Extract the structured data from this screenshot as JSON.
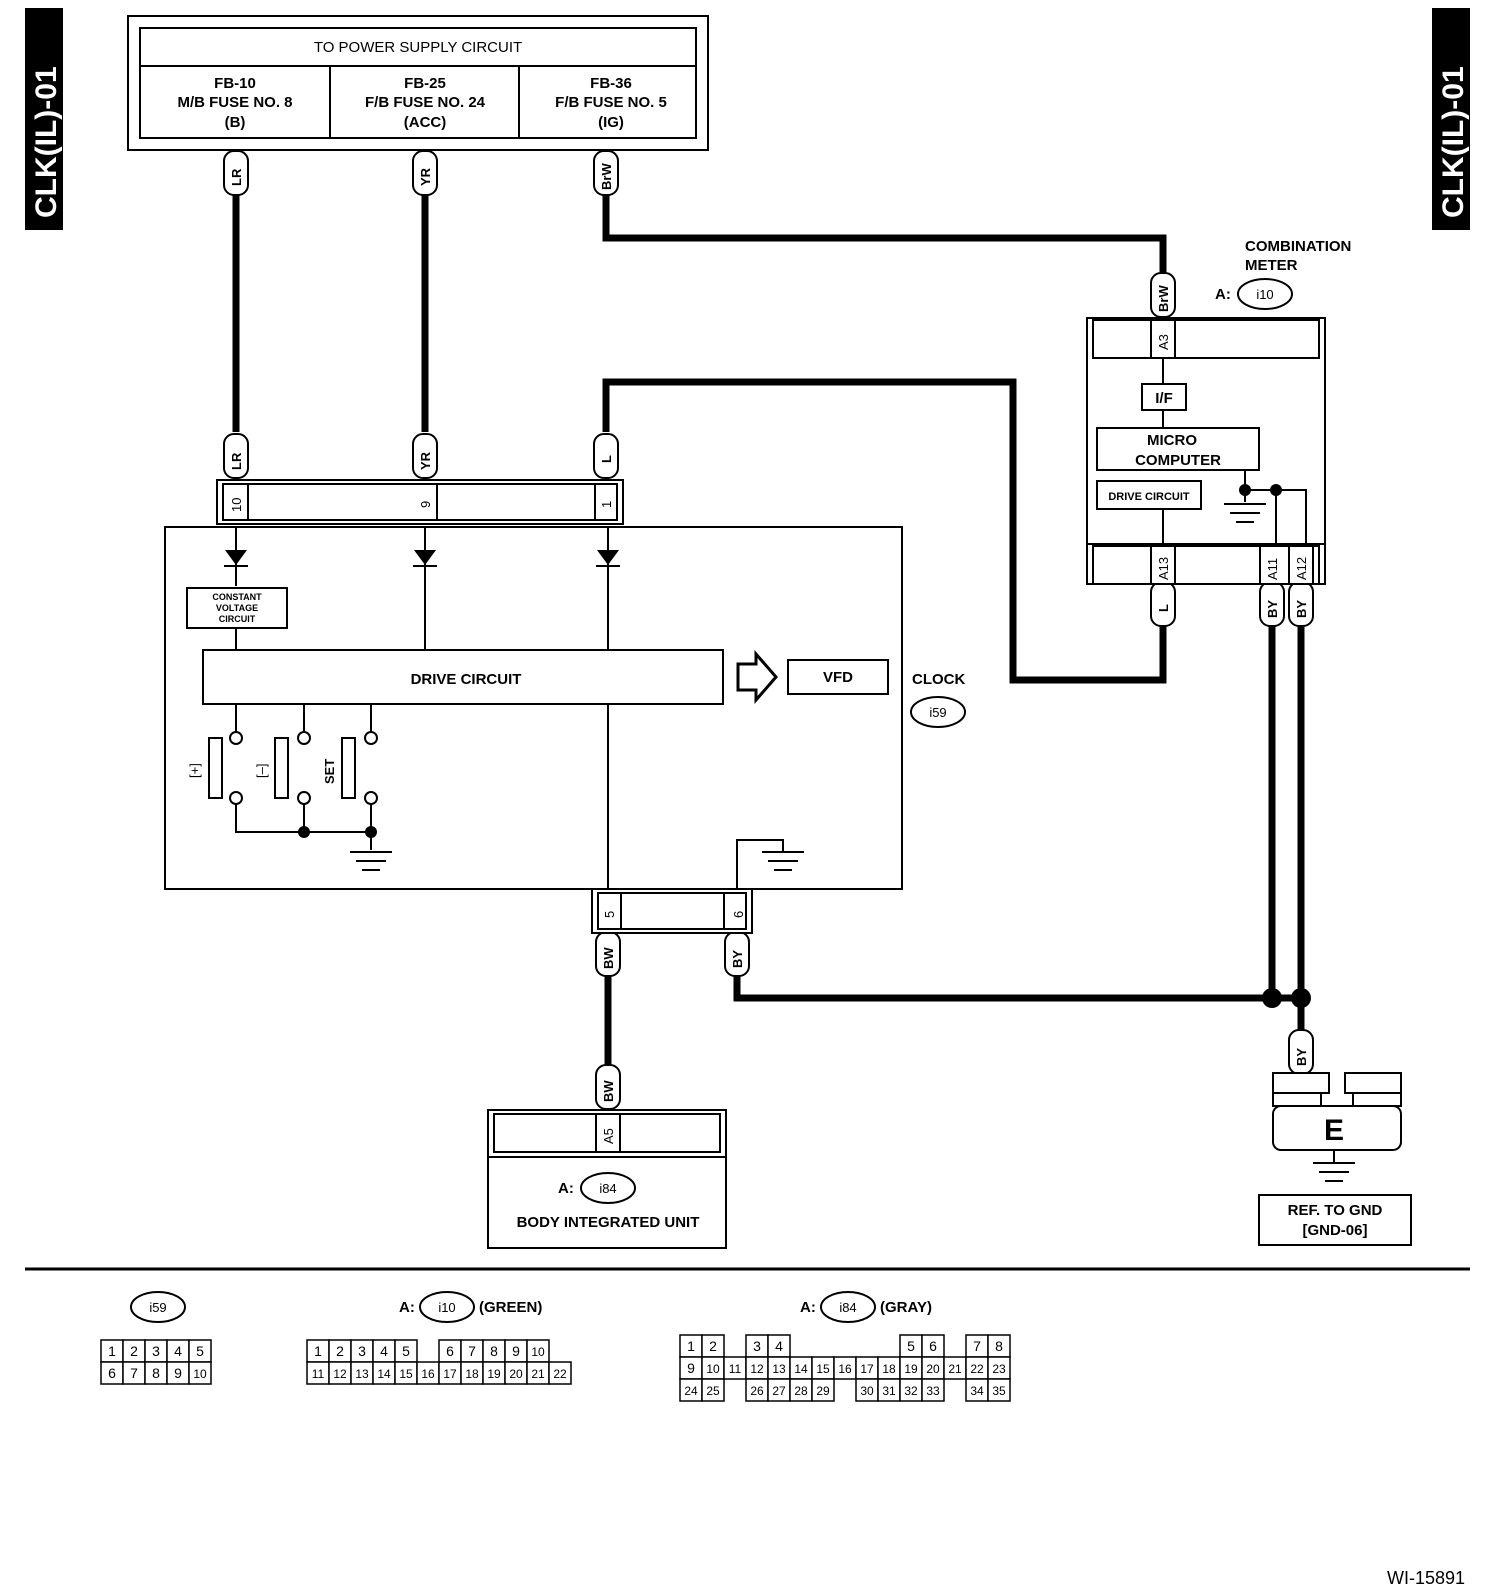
{
  "side_tab": "CLK(IL)-01",
  "power_supply": {
    "title": "TO POWER SUPPLY CIRCUIT",
    "fuses": [
      {
        "line1": "FB-10",
        "line2": "M/B FUSE NO. 8",
        "line3": "(B)"
      },
      {
        "line1": "FB-25",
        "line2": "F/B FUSE NO. 24",
        "line3": "(ACC)"
      },
      {
        "line1": "FB-36",
        "line2": "F/B FUSE NO. 5",
        "line3": "(IG)"
      }
    ]
  },
  "wires": {
    "lr": "LR",
    "yr": "YR",
    "brw": "BrW",
    "l": "L",
    "bw": "BW",
    "by": "BY"
  },
  "combination_meter": {
    "title_line1": "COMBINATION",
    "title_line2": "METER",
    "connector_prefix": "A:",
    "connector": "i10",
    "pins": {
      "a3": "A3",
      "a13": "A13",
      "a11": "A11",
      "a12": "A12"
    },
    "if_label": "I/F",
    "micro_line1": "MICRO",
    "micro_line2": "COMPUTER",
    "drive_circuit": "DRIVE CIRCUIT"
  },
  "clock": {
    "title": "CLOCK",
    "connector": "i59",
    "pins_top": {
      "p10": "10",
      "p9": "9",
      "p1": "1"
    },
    "pins_bottom": {
      "p5": "5",
      "p6": "6"
    },
    "constant_line1": "CONSTANT",
    "constant_line2": "VOLTAGE",
    "constant_line3": "CIRCUIT",
    "drive_circuit": "DRIVE CIRCUIT",
    "vfd": "VFD",
    "switch_plus": "[+]",
    "switch_minus": "[–]",
    "switch_set": "SET"
  },
  "body_unit": {
    "connector_prefix": "A:",
    "connector": "i84",
    "pin": "A5",
    "title": "BODY INTEGRATED UNIT"
  },
  "ground": {
    "letter": "E",
    "ref_line1": "REF. TO GND",
    "ref_line2": "[GND-06]"
  },
  "connector_views": [
    {
      "label": "i59",
      "prefix": "",
      "suffix": "",
      "rows": [
        [
          "1",
          "2",
          "3",
          "4",
          "5"
        ],
        [
          "6",
          "7",
          "8",
          "9",
          "10"
        ]
      ]
    },
    {
      "label": "i10",
      "prefix": "A:",
      "suffix": "(GREEN)",
      "rows": [
        [
          "1",
          "2",
          "3",
          "4",
          "5",
          "",
          "6",
          "7",
          "8",
          "9",
          "10"
        ],
        [
          "11",
          "12",
          "13",
          "14",
          "15",
          "16",
          "17",
          "18",
          "19",
          "20",
          "21",
          "22"
        ]
      ]
    },
    {
      "label": "i84",
      "prefix": "A:",
      "suffix": "(GRAY)",
      "rows": [
        [
          "1",
          "2",
          "",
          "3",
          "4",
          "",
          "",
          "",
          "",
          "",
          "5",
          "6",
          "",
          "7",
          "8"
        ],
        [
          "9",
          "10",
          "11",
          "12",
          "13",
          "14",
          "15",
          "16",
          "17",
          "18",
          "19",
          "20",
          "21",
          "22",
          "23"
        ],
        [
          "24",
          "25",
          "",
          "26",
          "27",
          "28",
          "29",
          "",
          "30",
          "31",
          "32",
          "33",
          "",
          "34",
          "35"
        ]
      ]
    }
  ],
  "figure_id": "WI-15891"
}
